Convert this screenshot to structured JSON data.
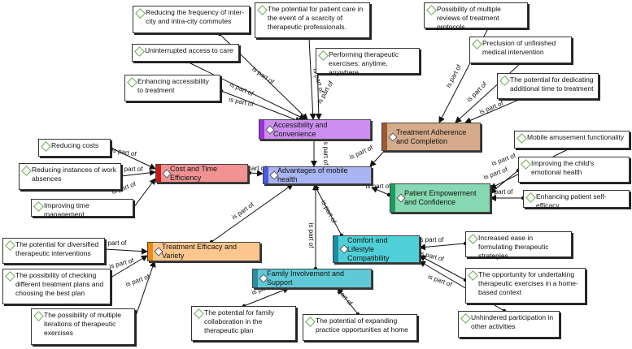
{
  "colors": {
    "central_fill": "#a9b4f2",
    "central_bar": "#4a5be0",
    "accessibility_fill": "#cc8ff0",
    "accessibility_bar": "#9b2fd9",
    "adherence_fill": "#d6ab8c",
    "adherence_bar": "#9a5a32",
    "cost_fill": "#f29393",
    "cost_bar": "#c91a1a",
    "empowerment_fill": "#86d9b0",
    "empowerment_bar": "#1a9e60",
    "comfort_fill": "#4fd0d8",
    "comfort_bar": "#1a8fa6",
    "family_fill": "#5fc9d6",
    "family_bar": "#2690a3",
    "treatment_fill": "#fcc78f",
    "treatment_bar": "#ef8a14"
  },
  "edge_label": "is part of",
  "categories": {
    "central": "Advantages of mobile health",
    "accessibility": "Accessibility and Convenience",
    "adherence": "Treatment Adherence and Completion",
    "cost": "Cost and Time Efficiency",
    "empowerment": "Patient Empowerment and Confidence",
    "comfort": "Comfort and Lifestyle Compatibility",
    "family": "Family Involvement and Support",
    "treatment": "Treatment Efficacy and Variety"
  },
  "nodes": {
    "intercity": "Reducing the frequency of inter-city and intra-city commutes",
    "scarcity": "The potential for patient care in the event of a scarcity of therapeutic professionals.",
    "uninterrupted": "Uninterrupted access to care",
    "performing": "Performing therapeutic exercises: anytime, anywhere",
    "enhancing_access": "Enhancing accessibility to treatment",
    "multiple_reviews": "Possibility of multiple reviews of treatment protocols",
    "preclusion": "Preclusion of unfinished medical intervention",
    "dedicating": "The potential for dedicating additional time to treatment",
    "reducing_costs": "Reducing costs",
    "work_absences": "Reducing instances of work absences",
    "time_mgmt": "Improving time management",
    "amusement": "Mobile amusement functionality",
    "emotional": "Improving the child's emotional health",
    "self_efficacy": "Enhancing patient self-efficacy",
    "diversified": "The potential for diversified therapeutic interventions",
    "checking": "The possibility of checking different treatment plans and choosing the best plan",
    "iterations": "The possibility of multiple iterations of therapeutic exercises",
    "ease_formulating": "Increased ease in formulating therapeutic strategies",
    "home_based": "The opportunity for undertaking therapeutic exercises in a home-based context",
    "unhindered": "Unhindered participation in other activities",
    "family_collab": "The potential for family collaboration in the therapeutic plan",
    "expanding": "The potential of expanding practice opportunities at home"
  }
}
